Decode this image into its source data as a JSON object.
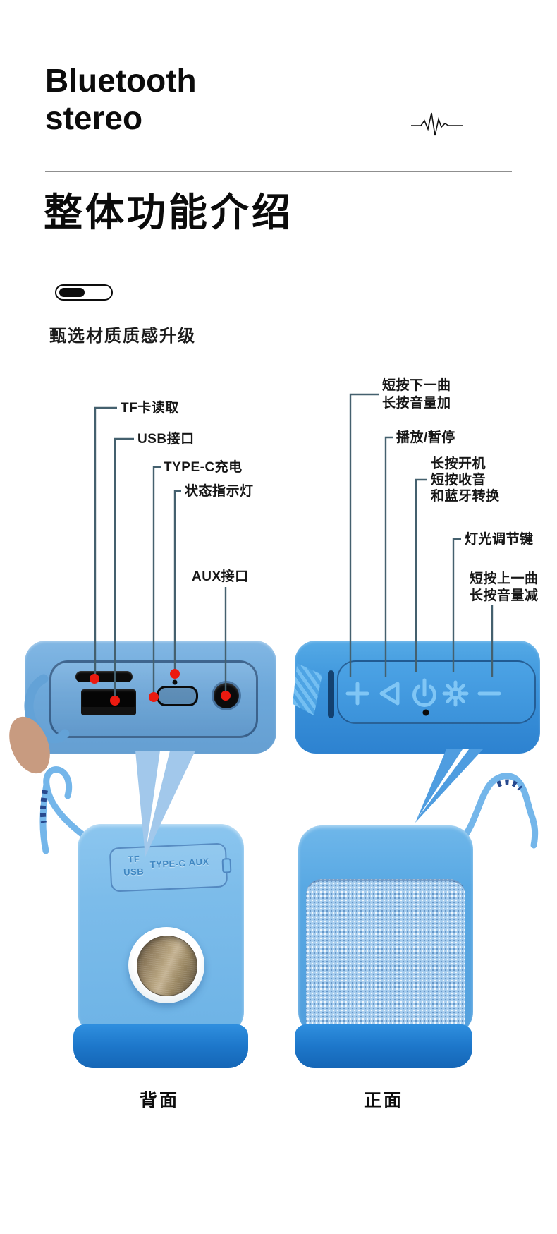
{
  "header": {
    "title_line1": "Bluetooth",
    "title_line2": "stereo"
  },
  "intro": {
    "heading": "整体功能介绍",
    "subheading": "甄选材质质感升级"
  },
  "back_annotations": {
    "tf_card": "TF卡读取",
    "usb": "USB接口",
    "type_c": "TYPE-C充电",
    "status_light": "状态指示灯",
    "aux": "AUX接口"
  },
  "front_annotations": {
    "next_track_line1": "短按下一曲",
    "next_track_line2": "长按音量加",
    "play_pause": "播放/暂停",
    "power_line1": "长按开机",
    "power_line2": "短按收音",
    "power_line3": "和蓝牙转换",
    "light_adjust": "灯光调节键",
    "prev_track_line1": "短按上一曲",
    "prev_track_line2": "长按音量减"
  },
  "back_product": {
    "caption": "背面",
    "port_labels": {
      "tf": "TF",
      "usb": "USB",
      "type_c": "TYPE-C",
      "aux": "AUX"
    }
  },
  "front_product": {
    "caption": "正面"
  },
  "colors": {
    "marker_red": "#ec1a10",
    "annotation_line": "#44606e",
    "panel_blue_light": "#6da8da",
    "panel_blue_dark": "#2d82d0",
    "product_body_blue": "#7cbcea",
    "product_base_blue": "#1d77ca",
    "button_icon_blue": "#80c6f5"
  }
}
